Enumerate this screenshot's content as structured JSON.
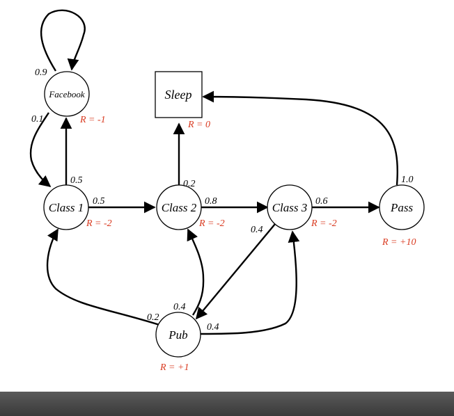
{
  "nodes": {
    "facebook": "Facebook",
    "sleep": "Sleep",
    "class1": "Class 1",
    "class2": "Class 2",
    "class3": "Class 3",
    "pass": "Pass",
    "pub": "Pub"
  },
  "rewards": {
    "facebook": "R = -1",
    "sleep": "R = 0",
    "class1": "R = -2",
    "class2": "R = -2",
    "class3": "R = -2",
    "pass": "R = +10",
    "pub": "R = +1"
  },
  "probabilities": {
    "facebook_self": "0.9",
    "facebook_to_class1": "0.1",
    "class1_to_facebook": "0.5",
    "class1_to_class2": "0.5",
    "class2_to_sleep": "0.2",
    "class2_to_class3": "0.8",
    "class3_to_pass": "0.6",
    "class3_to_pub": "0.4",
    "pass_to_sleep": "1.0",
    "pub_to_class1": "0.2",
    "pub_to_class2": "0.4",
    "pub_to_class3": "0.4"
  },
  "colors": {
    "reward_text": "#d9391f",
    "edge": "#000000",
    "bar": "#4a4a4a"
  }
}
